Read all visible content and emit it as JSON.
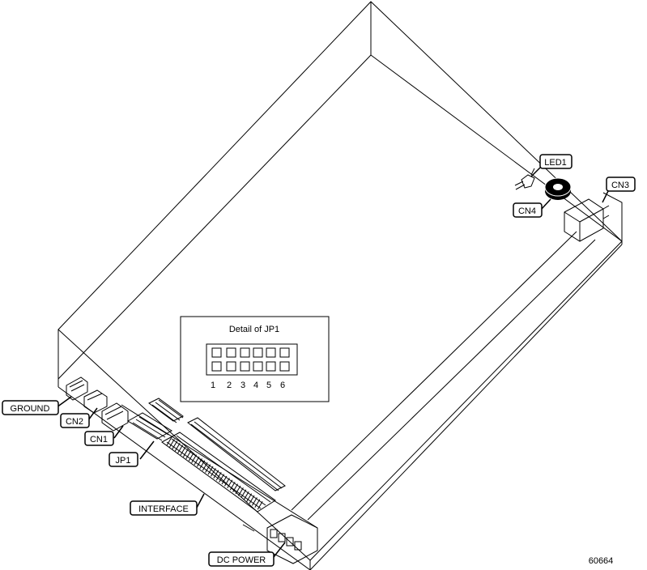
{
  "callouts": {
    "led1": "LED1",
    "cn3": "CN3",
    "cn4": "CN4",
    "ground": "GROUND",
    "cn2": "CN2",
    "cn1": "CN1",
    "jp1": "JP1",
    "interface": "INTERFACE",
    "dc_power": "DC POWER"
  },
  "detail": {
    "title": "Detail of JP1",
    "pin_numbers": [
      "1",
      "2",
      "3",
      "4",
      "5",
      "6"
    ]
  },
  "figure_number": "60664"
}
